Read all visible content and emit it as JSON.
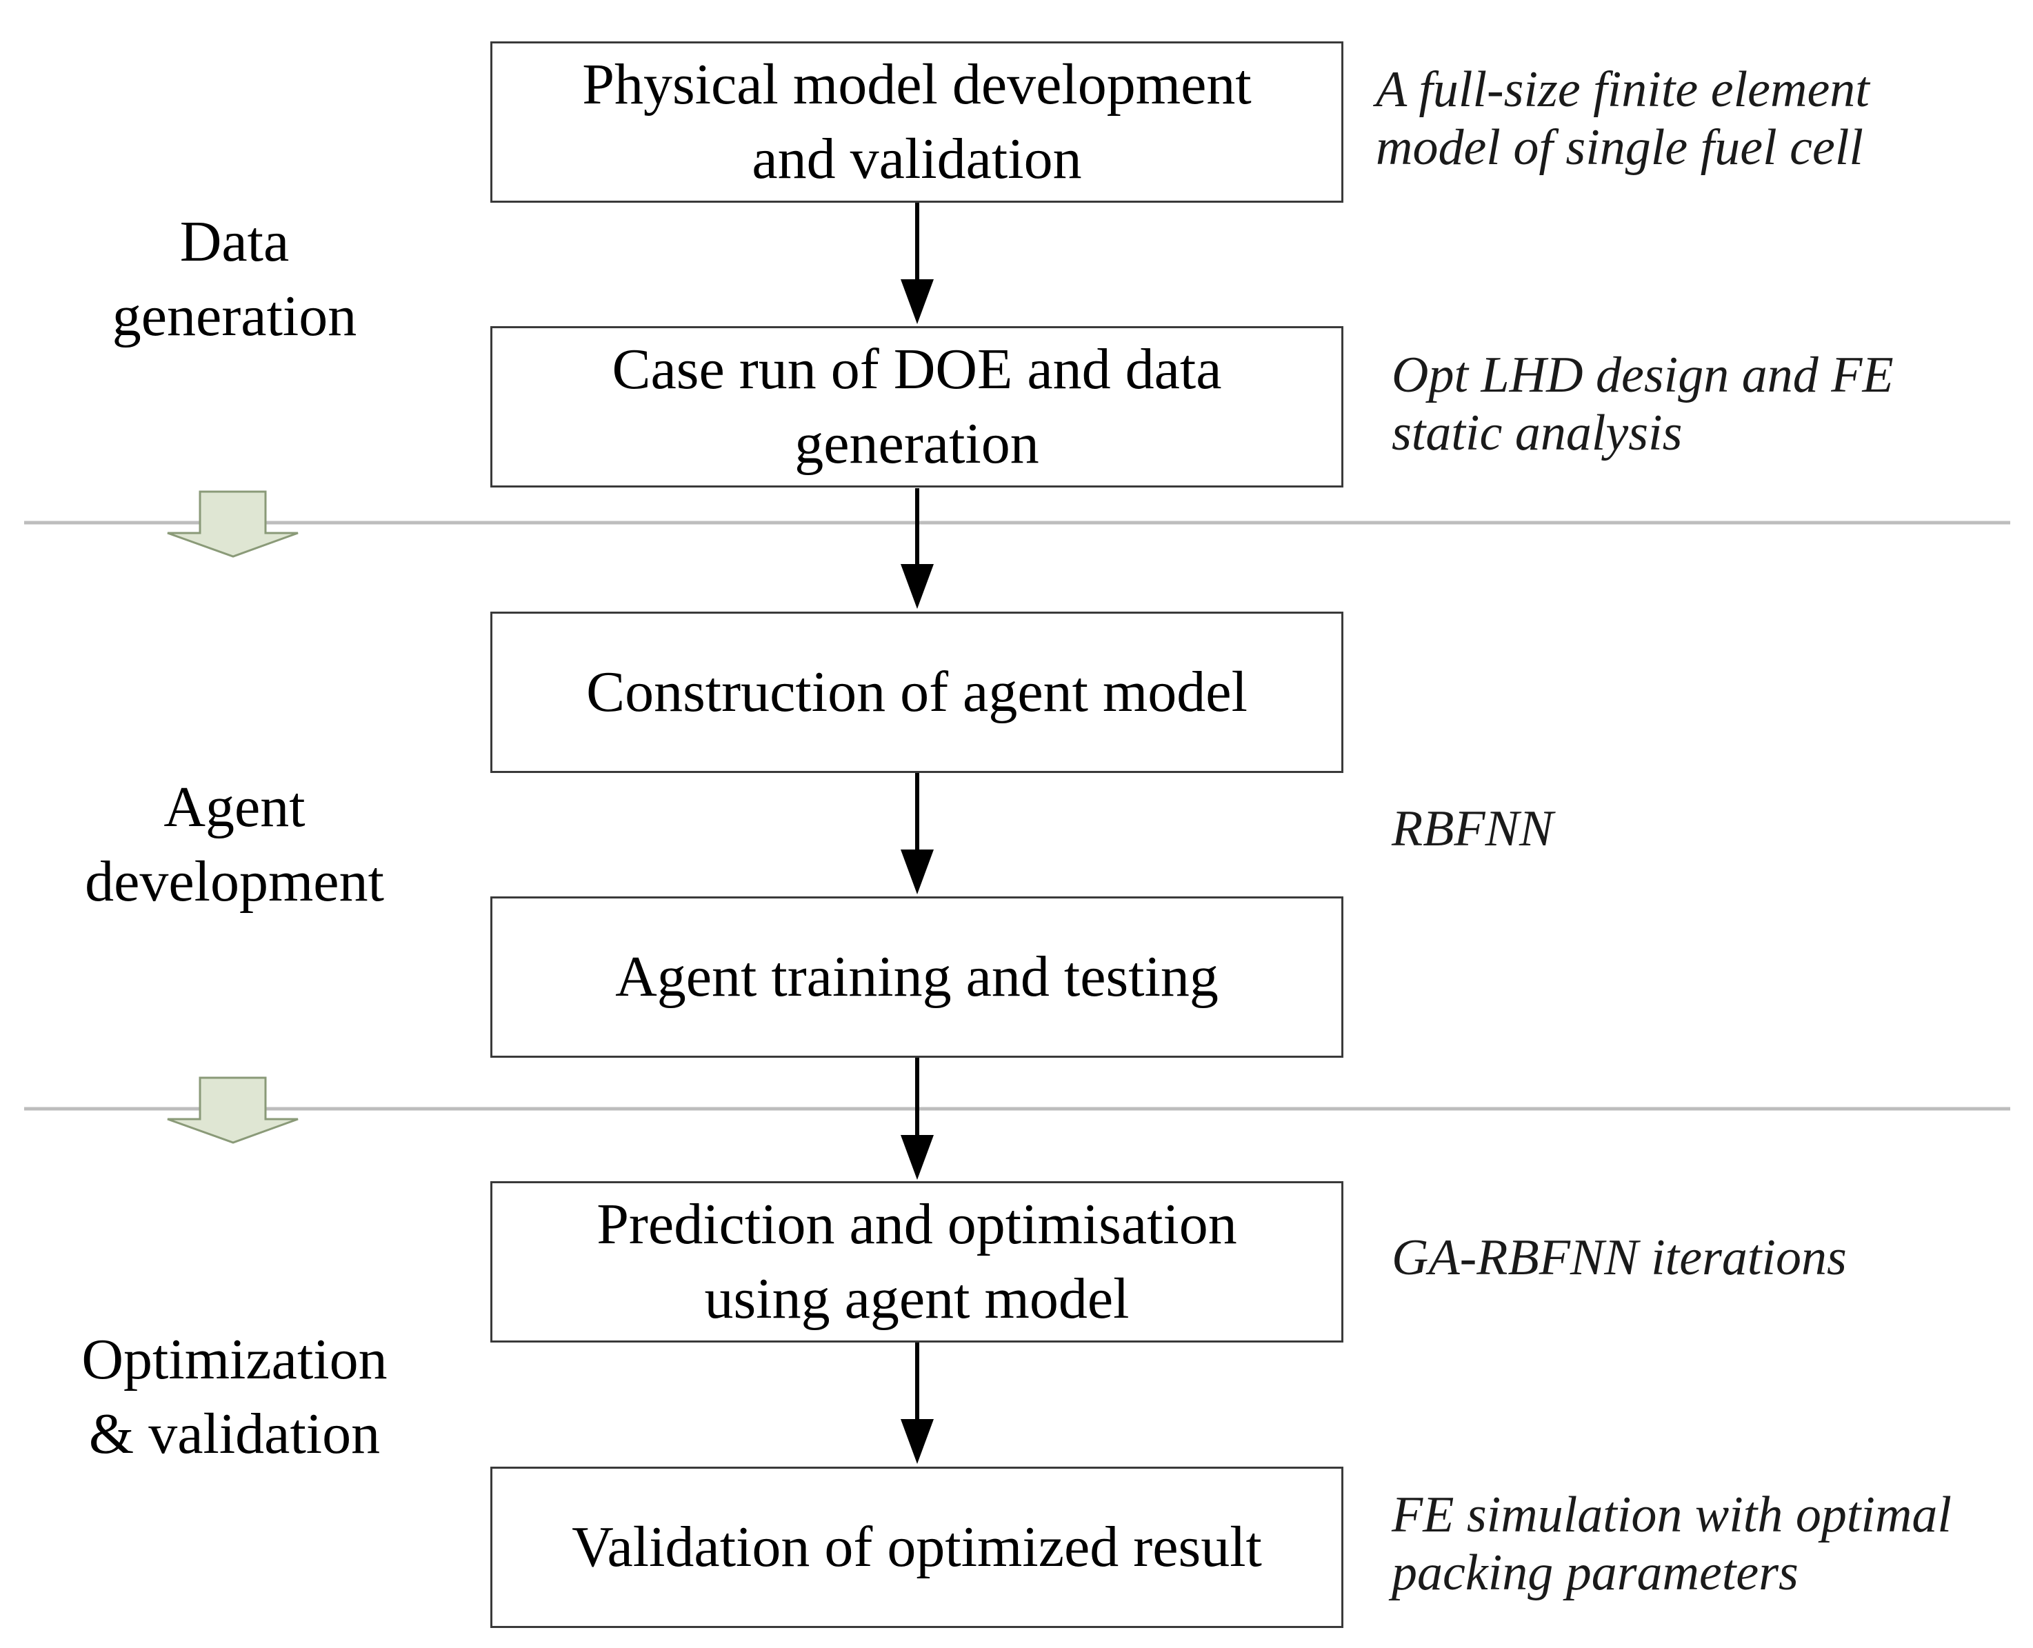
{
  "colors": {
    "box_border": "#3a3a3a",
    "arrow": "#000000",
    "separator": "#bdbdbd",
    "phase_arrow_fill": "#dfe6d3",
    "phase_arrow_stroke": "#8a9a78"
  },
  "stages": [
    {
      "label": "Data\ngeneration"
    },
    {
      "label": "Agent\ndevelopment"
    },
    {
      "label": "Optimization\n& validation"
    }
  ],
  "steps": [
    {
      "text": "Physical model development\nand validation"
    },
    {
      "text": "Case run of DOE and data\ngeneration"
    },
    {
      "text": "Construction of agent model"
    },
    {
      "text": "Agent training and testing"
    },
    {
      "text": "Prediction and optimisation\nusing agent model"
    },
    {
      "text": "Validation of optimized result"
    }
  ],
  "notes": [
    {
      "text": "A full-size finite element\nmodel of  single fuel cell"
    },
    {
      "text": "Opt LHD design and FE\nstatic analysis"
    },
    {
      "text": "RBFNN"
    },
    {
      "text": "GA-RBFNN iterations"
    },
    {
      "text": "FE simulation with optimal\npacking parameters"
    }
  ]
}
